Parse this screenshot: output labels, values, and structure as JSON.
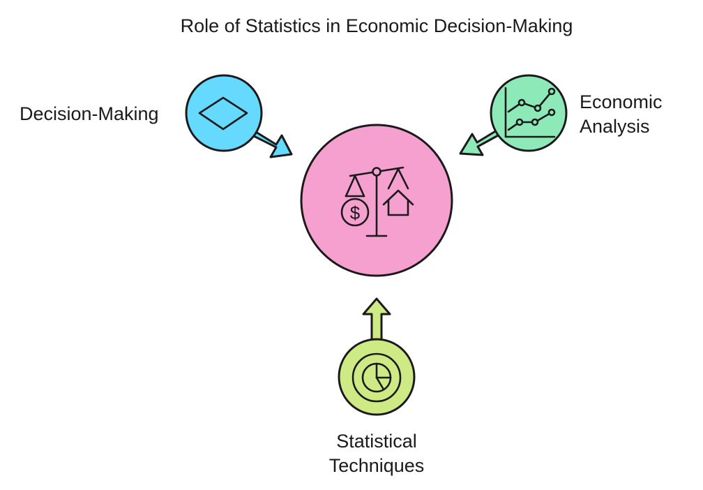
{
  "title": "Role of Statistics in Economic Decision-Making",
  "center": {
    "icon": "balance-scale-dollar-house-icon",
    "color": "#f6a0d0"
  },
  "nodes": [
    {
      "id": "decision-making",
      "label_lines": [
        "Decision-Making"
      ],
      "icon": "diamond-icon",
      "color": "#66d9ff"
    },
    {
      "id": "economic-analysis",
      "label_lines": [
        "Economic",
        "Analysis"
      ],
      "icon": "line-chart-icon",
      "color": "#8deab8"
    },
    {
      "id": "statistical-techniques",
      "label_lines": [
        "Statistical",
        "Techniques"
      ],
      "icon": "pie-chart-target-icon",
      "color": "#cdea84"
    }
  ],
  "colors": {
    "stroke": "#1a1a1a",
    "text": "#1a1a1a",
    "background": "#ffffff"
  }
}
